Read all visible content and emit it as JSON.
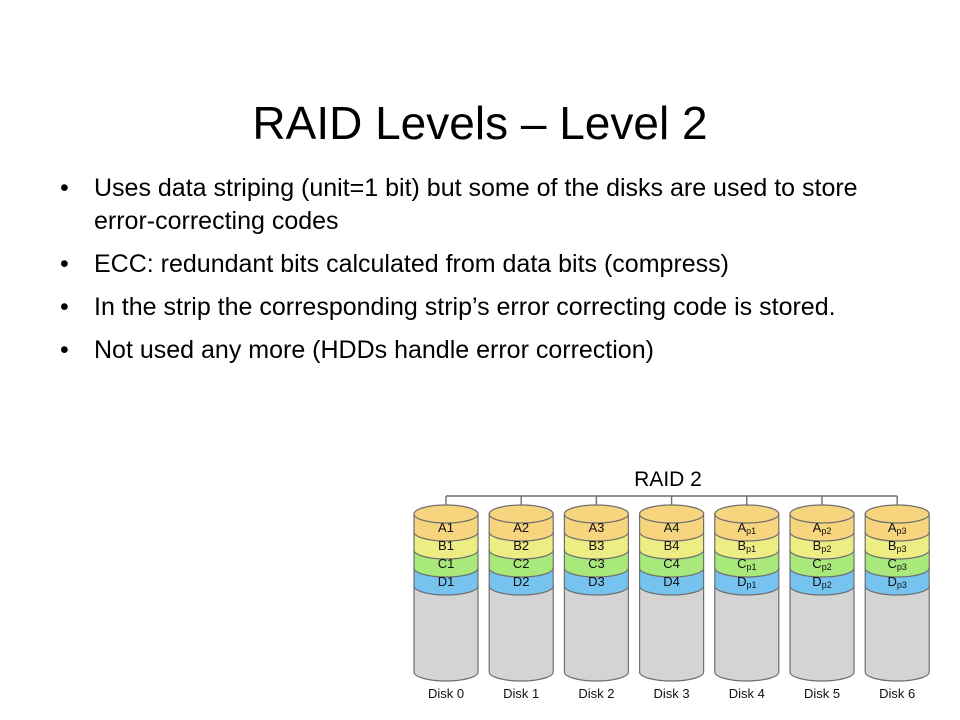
{
  "slide": {
    "title": "RAID Levels – Level 2",
    "bullet_symbol": "•",
    "bullets": [
      "Uses data striping (unit=1 bit) but some of the disks are used to store error-correcting codes",
      "ECC: redundant bits calculated from data bits (compress)",
      "In the strip the corresponding strip’s error correcting code is stored.",
      "Not used any more (HDDs handle error correction)"
    ]
  },
  "diagram": {
    "title": "RAID 2",
    "colors": {
      "row_a": "#f7d47e",
      "row_b": "#eded84",
      "row_c": "#a9e87a",
      "row_d": "#77c3ef",
      "body": "#d4d4d4",
      "stroke": "#6f6f6f"
    },
    "disks": [
      {
        "label": "Disk 0",
        "blocks": [
          {
            "main": "A1",
            "sub": ""
          },
          {
            "main": "B1",
            "sub": ""
          },
          {
            "main": "C1",
            "sub": ""
          },
          {
            "main": "D1",
            "sub": ""
          }
        ]
      },
      {
        "label": "Disk 1",
        "blocks": [
          {
            "main": "A2",
            "sub": ""
          },
          {
            "main": "B2",
            "sub": ""
          },
          {
            "main": "C2",
            "sub": ""
          },
          {
            "main": "D2",
            "sub": ""
          }
        ]
      },
      {
        "label": "Disk 2",
        "blocks": [
          {
            "main": "A3",
            "sub": ""
          },
          {
            "main": "B3",
            "sub": ""
          },
          {
            "main": "C3",
            "sub": ""
          },
          {
            "main": "D3",
            "sub": ""
          }
        ]
      },
      {
        "label": "Disk 3",
        "blocks": [
          {
            "main": "A4",
            "sub": ""
          },
          {
            "main": "B4",
            "sub": ""
          },
          {
            "main": "C4",
            "sub": ""
          },
          {
            "main": "D4",
            "sub": ""
          }
        ]
      },
      {
        "label": "Disk 4",
        "blocks": [
          {
            "main": "A",
            "sub": "p1"
          },
          {
            "main": "B",
            "sub": "p1"
          },
          {
            "main": "C",
            "sub": "p1"
          },
          {
            "main": "D",
            "sub": "p1"
          }
        ]
      },
      {
        "label": "Disk 5",
        "blocks": [
          {
            "main": "A",
            "sub": "p2"
          },
          {
            "main": "B",
            "sub": "p2"
          },
          {
            "main": "C",
            "sub": "p2"
          },
          {
            "main": "D",
            "sub": "p2"
          }
        ]
      },
      {
        "label": "Disk 6",
        "blocks": [
          {
            "main": "A",
            "sub": "p3"
          },
          {
            "main": "B",
            "sub": "p3"
          },
          {
            "main": "C",
            "sub": "p3"
          },
          {
            "main": "D",
            "sub": "p3"
          }
        ]
      }
    ]
  }
}
